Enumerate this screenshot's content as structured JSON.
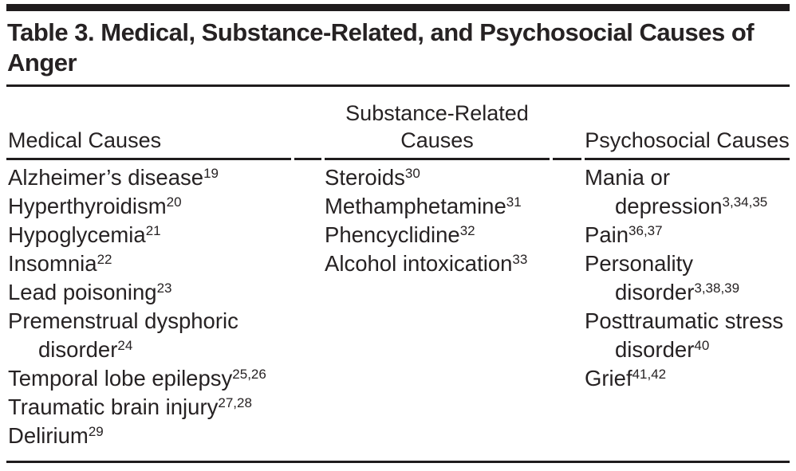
{
  "title": "Table 3. Medical, Substance-Related, and Psychosocial Causes of Anger",
  "colors": {
    "background": "#ffffff",
    "text": "#262223",
    "rule": "#1f1c1d"
  },
  "columns": [
    {
      "header": "Medical Causes",
      "items": [
        {
          "text": "Alzheimer’s disease",
          "refs": "19"
        },
        {
          "text": "Hyperthyroidism",
          "refs": "20"
        },
        {
          "text": "Hypoglycemia",
          "refs": "21"
        },
        {
          "text": "Insomnia",
          "refs": "22"
        },
        {
          "text": "Lead poisoning",
          "refs": "23"
        },
        {
          "text": "Premenstrual dysphoric disorder",
          "refs": "24"
        },
        {
          "text": "Temporal lobe epilepsy",
          "refs": "25,26"
        },
        {
          "text": "Traumatic brain injury",
          "refs": "27,28"
        },
        {
          "text": "Delirium",
          "refs": "29"
        }
      ]
    },
    {
      "header": "Substance-Related Causes",
      "items": [
        {
          "text": "Steroids",
          "refs": "30"
        },
        {
          "text": "Methamphetamine",
          "refs": "31"
        },
        {
          "text": "Phencyclidine",
          "refs": "32"
        },
        {
          "text": "Alcohol intoxication",
          "refs": "33"
        }
      ]
    },
    {
      "header": "Psychosocial Causes",
      "items": [
        {
          "text": "Mania or depression",
          "refs": "3,34,35"
        },
        {
          "text": "Pain",
          "refs": "36,37"
        },
        {
          "text": "Personality disorder",
          "refs": "3,38,39"
        },
        {
          "text": "Posttraumatic stress disorder",
          "refs": "40"
        },
        {
          "text": "Grief",
          "refs": "41,42"
        }
      ]
    }
  ]
}
